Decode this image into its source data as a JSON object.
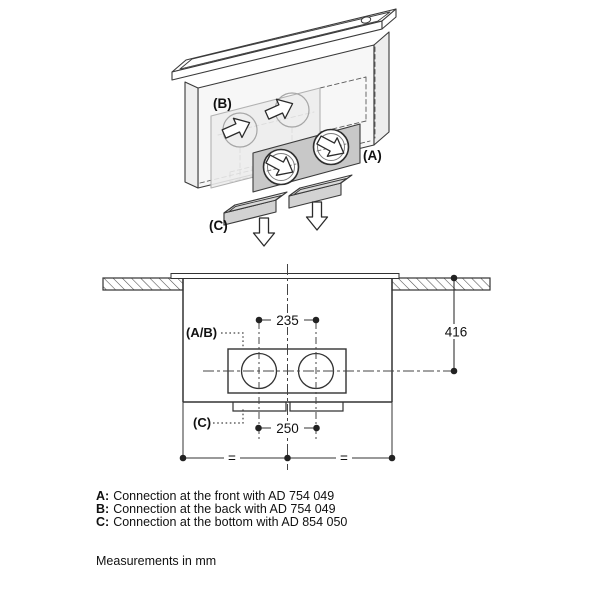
{
  "colors": {
    "line": "#3a3a3a",
    "panel_a_fill": "#c8c8c8",
    "panel_b_fill": "#ededed",
    "body_fill": "#f7f7f7",
    "tray_top_fill": "#e8e8e8",
    "tray_front_fill": "#d2d2d2",
    "text": "#111111"
  },
  "iso": {
    "label_a": "(A)",
    "label_b": "(B)",
    "label_c": "(C)"
  },
  "dims": {
    "label_ab": "(A/B)",
    "label_c": "(C)",
    "top_duct_spacing": "235",
    "depth_below_worktop": "416",
    "bottom_duct_spacing": "250",
    "equal_left": "=",
    "equal_right": "="
  },
  "legend": {
    "items": [
      {
        "key": "A:",
        "text": "Connection at the front with AD 754 049"
      },
      {
        "key": "B:",
        "text": "Connection at the back with AD 754 049"
      },
      {
        "key": "C:",
        "text": "Connection at the bottom with AD 854 050"
      }
    ],
    "note": "Measurements in mm"
  }
}
